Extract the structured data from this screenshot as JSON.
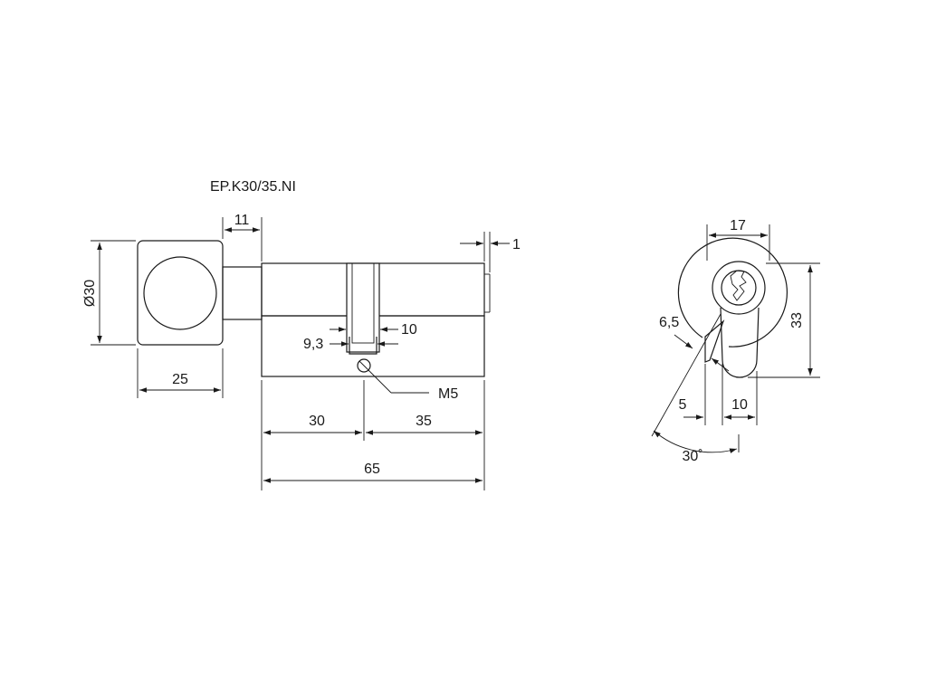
{
  "title": "EP.K30/35.NI",
  "side_view": {
    "knob_diameter": "Ø30",
    "knob_length": "25",
    "spindle": "11",
    "cam_offset": "1",
    "cam_width": "10",
    "cam_inner": "9,3",
    "screw": "M5",
    "length_a": "30",
    "length_b": "35",
    "total_length": "65"
  },
  "front_view": {
    "width_top": "17",
    "height": "33",
    "edge": "6,5",
    "cam_offset": "5",
    "cam_width": "10",
    "angle": "30˚"
  }
}
